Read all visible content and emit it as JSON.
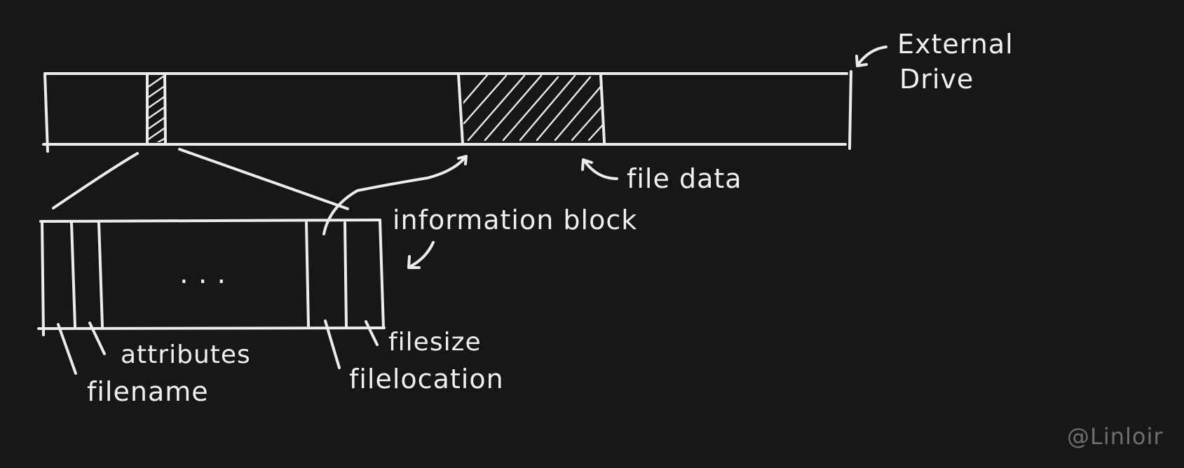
{
  "drive": {
    "label_line1": "External",
    "label_line2": "Drive"
  },
  "callouts": {
    "file_data": "file data",
    "information_block": "information block"
  },
  "info_block": {
    "ellipsis": "...",
    "fields": {
      "filename": "filename",
      "attributes": "attributes",
      "filelocation": "filelocation",
      "filesize": "filesize"
    }
  },
  "watermark": "@Linloir"
}
